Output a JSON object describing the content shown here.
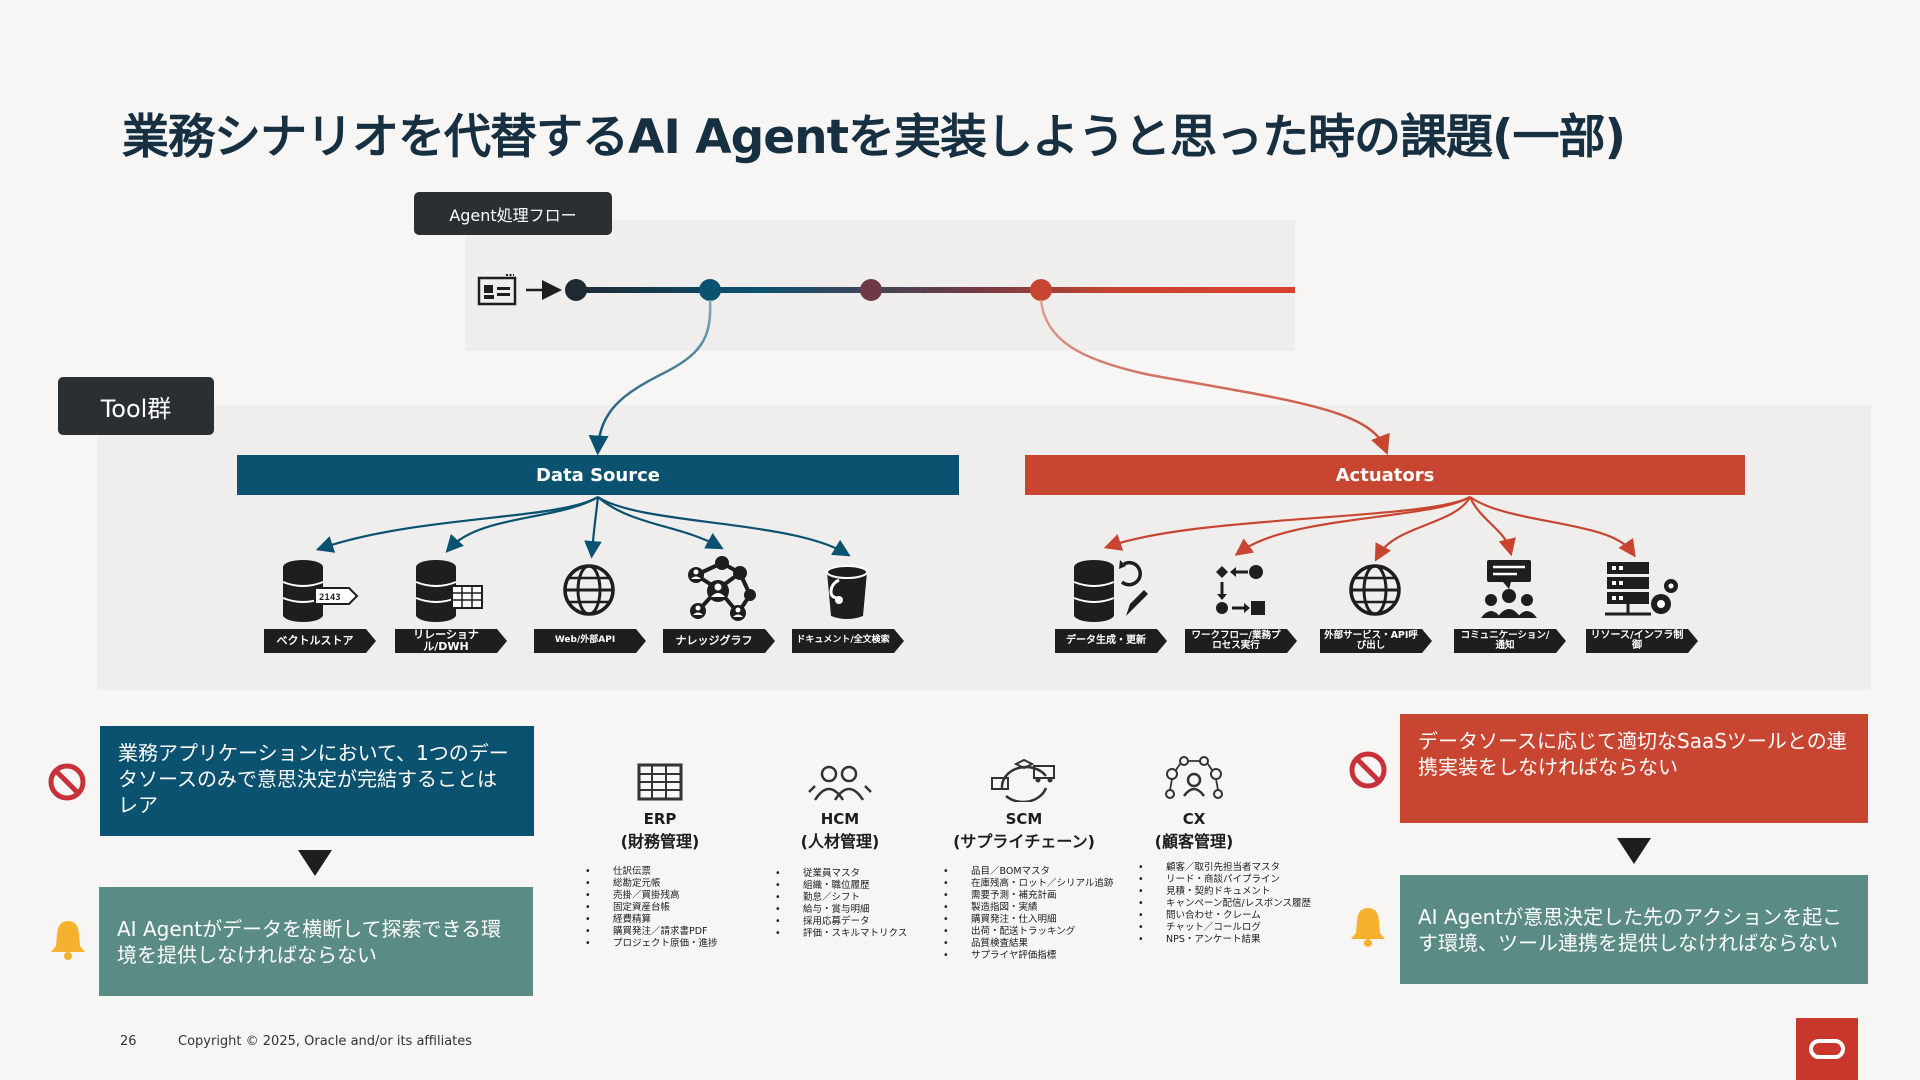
{
  "title": "業務シナリオを代替するAI Agentを実装しようと思った時の課題(一部)",
  "flow": {
    "label": "Agent処理フロー"
  },
  "tools": {
    "label": "Tool群",
    "data_source": {
      "title": "Data Source",
      "items": [
        {
          "label": "ベクトルストア",
          "icon": "vector-database-icon"
        },
        {
          "label": "リレーショナル/DWH",
          "icon": "relational-database-icon"
        },
        {
          "label": "Web/外部API",
          "icon": "globe-icon"
        },
        {
          "label": "ナレッジグラフ",
          "icon": "knowledge-graph-icon"
        },
        {
          "label": "ドキュメント/全文検索",
          "icon": "document-bucket-icon"
        }
      ]
    },
    "actuators": {
      "title": "Actuators",
      "items": [
        {
          "label": "データ生成・更新",
          "icon": "database-update-icon"
        },
        {
          "label": "ワークフロー/業務プロセス実行",
          "icon": "workflow-icon"
        },
        {
          "label": "外部サービス・API呼び出し",
          "icon": "globe-icon"
        },
        {
          "label": "コミュニケーション/通知",
          "icon": "team-chat-icon"
        },
        {
          "label": "リソース/インフラ制御",
          "icon": "server-gear-icon"
        }
      ]
    }
  },
  "left_issue": {
    "problem": "業務アプリケーションにおいて、1つのデータソースのみで意思決定が完結することはレア",
    "requirement": "AI Agentがデータを横断して探索できる環境を提供しなければならない"
  },
  "right_issue": {
    "problem": "データソースに応じて適切なSaaSツールとの連携実装をしなければならない",
    "requirement": "AI Agentが意思決定した先のアクションを起こす環境、ツール連携を提供しなければならない"
  },
  "apps": [
    {
      "name": "ERP",
      "sub": "(財務管理)",
      "icon": "ledger-icon",
      "items": [
        "仕訳伝票",
        "総勘定元帳",
        "売掛／買掛残高",
        "固定資産台帳",
        "経費精算",
        "購買発注／請求書PDF",
        "プロジェクト原価・進捗"
      ]
    },
    {
      "name": "HCM",
      "sub": "(人材管理)",
      "icon": "people-icon",
      "items": [
        "従業員マスタ",
        "組織・職位履歴",
        "勤怠／シフト",
        "給与・賞与明細",
        "採用応募データ",
        "評価・スキルマトリクス"
      ]
    },
    {
      "name": "SCM",
      "sub": "(サプライチェーン)",
      "icon": "supply-chain-icon",
      "items": [
        "品目／BOMマスタ",
        "在庫残高・ロット／シリアル追跡",
        "需要予測・補充計画",
        "製造指図・実績",
        "購買発注・仕入明細",
        "出荷・配送トラッキング",
        "品質検査結果",
        "サプライヤ評価指標"
      ]
    },
    {
      "name": "CX",
      "sub": "(顧客管理)",
      "icon": "customer-network-icon",
      "items": [
        "顧客／取引先担当者マスタ",
        "リード・商談パイプライン",
        "見積・契約ドキュメント",
        "キャンペーン配信/レスポンス履歴",
        "問い合わせ・クレーム",
        "チャット／コールログ",
        "NPS・アンケート結果"
      ]
    }
  ],
  "footer": {
    "page": "26",
    "copyright": "Copyright © 2025, Oracle and/or its affiliates"
  },
  "colors": {
    "navy": "#0b5270",
    "red": "#c84531",
    "teal": "#5a8c85",
    "dark": "#2a2f33"
  }
}
